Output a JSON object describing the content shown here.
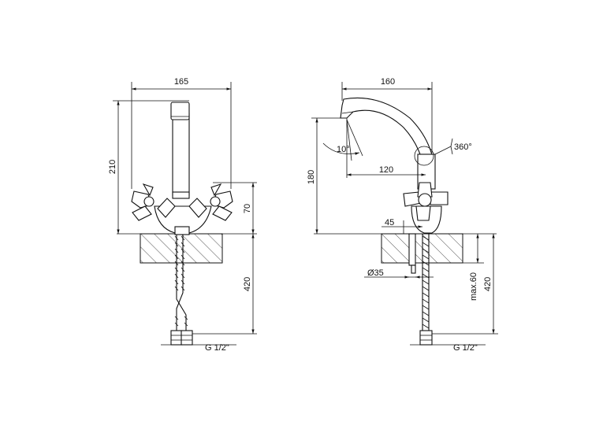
{
  "front_view": {
    "width_label": "165",
    "height_label": "210",
    "handle_height_label": "70",
    "hose_length_label": "420",
    "thread_label": "G 1/2\""
  },
  "side_view": {
    "width_label": "160",
    "height_label": "180",
    "angle_label": "10°",
    "rotation_label": "360°",
    "reach_label": "120",
    "offset_label": "45",
    "diameter_label": "Ø35",
    "max_label": "max.60",
    "hose_length_label": "420",
    "thread_label": "G 1/2\""
  }
}
